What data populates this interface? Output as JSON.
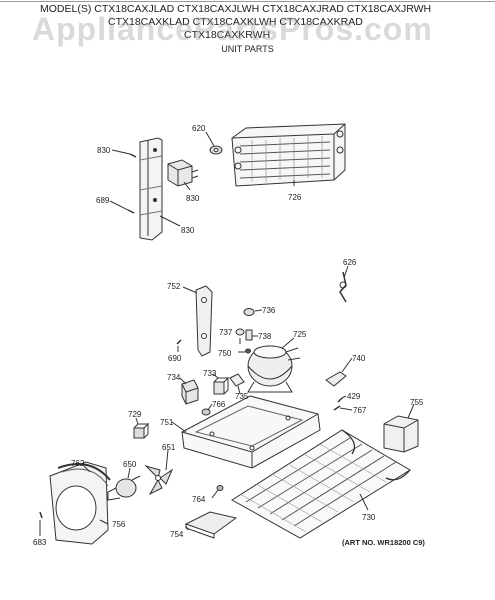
{
  "header": {
    "model_lines": [
      "MODEL(S) CTX18CAXJLAD CTX18CAXJLWH CTX18CAXJRAD CTX18CAXJRWH",
      "CTX18CAXKLAD CTX18CAXKLWH CTX18CAXKRAD",
      "CTX18CAXKRWH"
    ],
    "section_title": "UNIT PARTS"
  },
  "watermark": "AppliancePartsPros.com",
  "diagram": {
    "callouts": [
      "830",
      "620",
      "726",
      "689",
      "830",
      "830",
      "626",
      "752",
      "736",
      "737",
      "738",
      "725",
      "690",
      "750",
      "740",
      "734",
      "733",
      "735",
      "429",
      "767",
      "755",
      "729",
      "766",
      "751",
      "651",
      "762",
      "650",
      "764",
      "756",
      "730",
      "683",
      "754"
    ],
    "art_number": "(ART NO. WR18200 C9)"
  }
}
